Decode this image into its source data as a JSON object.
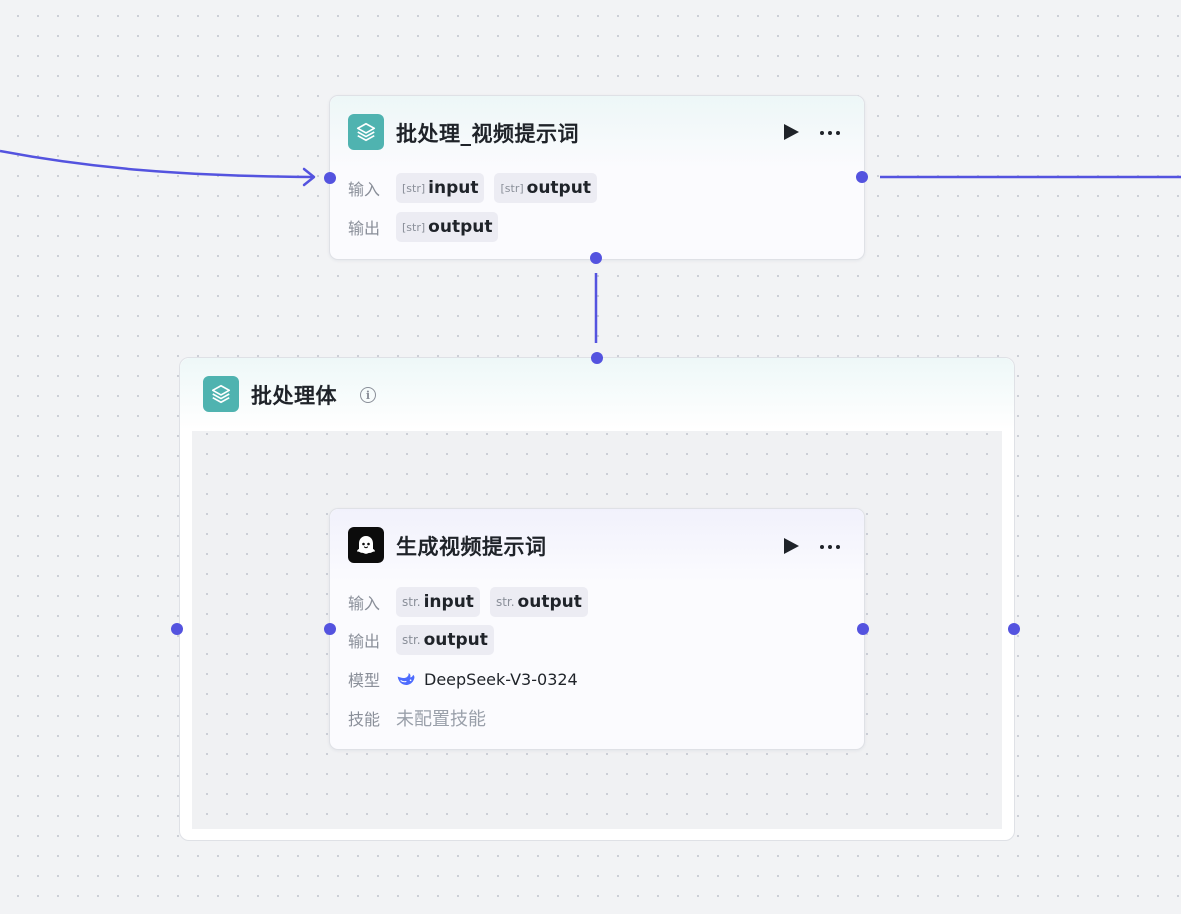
{
  "nodes": {
    "batch": {
      "title": "批处理_视频提示词",
      "input_label": "输入",
      "output_label": "输出",
      "inputs": [
        {
          "type": "[str]",
          "name": "input"
        },
        {
          "type": "[str]",
          "name": "output"
        }
      ],
      "outputs": [
        {
          "type": "[str]",
          "name": "output"
        }
      ]
    },
    "group": {
      "title": "批处理体"
    },
    "llm": {
      "title": "生成视频提示词",
      "input_label": "输入",
      "output_label": "输出",
      "model_label": "模型",
      "skill_label": "技能",
      "inputs": [
        {
          "type": "str.",
          "name": "input"
        },
        {
          "type": "str.",
          "name": "output"
        }
      ],
      "outputs": [
        {
          "type": "str.",
          "name": "output"
        }
      ],
      "model": "DeepSeek-V3-0324",
      "skill_value": "未配置技能"
    }
  },
  "colors": {
    "edge": "#5453df",
    "teal_icon": "#4fb3b0",
    "background": "#f2f3f5"
  },
  "icons": {
    "batch_node": "layers-icon",
    "group_node": "layers-icon",
    "llm_node": "ghost-icon",
    "model": "deepseek-whale-icon",
    "run": "play-icon",
    "menu": "more-dots-icon",
    "info": "info-icon"
  }
}
